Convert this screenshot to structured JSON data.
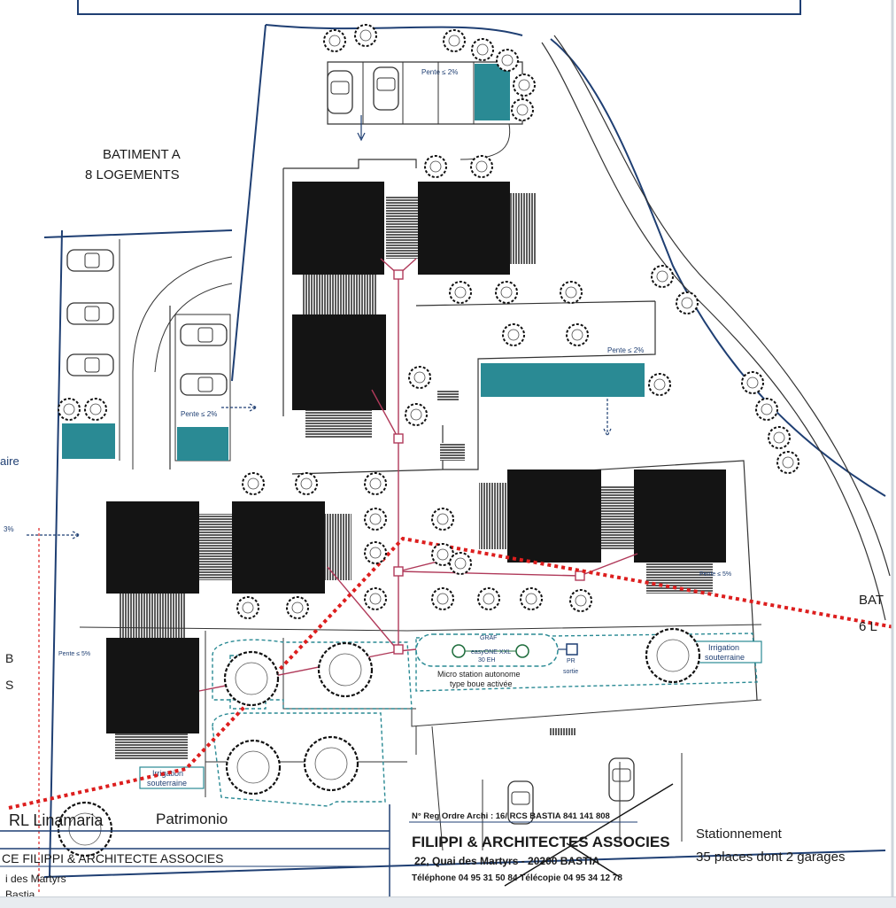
{
  "labels": {
    "batiment_a": "BATIMENT A",
    "batiment_a_units": "8 LOGEMENTS",
    "batiment_right": "BAT",
    "batiment_right_units": "6 L",
    "left_cut": "aire",
    "left_b": "B",
    "left_s": "S",
    "left_pct": "3%"
  },
  "slopes": {
    "pente_top": "Pente ≤ 2%",
    "pente_left": "Pente ≤ 2%",
    "pente_right": "Pente ≤ 2%",
    "pente_5_left": "Pente ≤ 5%",
    "pente_5_right": "Pente ≤ 5%"
  },
  "station": {
    "graf": "GRAF",
    "model": "easyONE XXL",
    "capacity": "30 EH",
    "line1": "Micro station autonome",
    "line2": "type boue activée",
    "pr": "PR",
    "sortie": "sortie"
  },
  "irrigation": {
    "right_line1": "Irrigation",
    "right_line2": "souterraine",
    "left_line1": "Irrigation",
    "left_line2": "souterraine"
  },
  "cartouche": {
    "client": "RL Linamaria",
    "place": "Patrimonio",
    "cabinet": "CE FILIPPI & ARCHITECTE ASSOCIES",
    "address_short": "i des Martyrs",
    "city_short": "Bastia",
    "reg": "N° Reg Ordre Archi : 16/ RCS BASTIA 841 141 808",
    "firm": "FILIPPI & ARCHITECTES ASSOCIES",
    "address": "22, Quai des Martyrs - 20200 BASTIA",
    "phones": "Téléphone 04 95 31 50 84 Télécopie 04 95 34 12 78",
    "parking_title": "Stationnement",
    "parking_count": "35 places dont 2 garages"
  },
  "colors": {
    "roof": "#141414",
    "navy": "#1f3f73",
    "teal": "#2a8a94",
    "red_dotted": "#dd1e1e",
    "pipe": "#b03a5a"
  }
}
